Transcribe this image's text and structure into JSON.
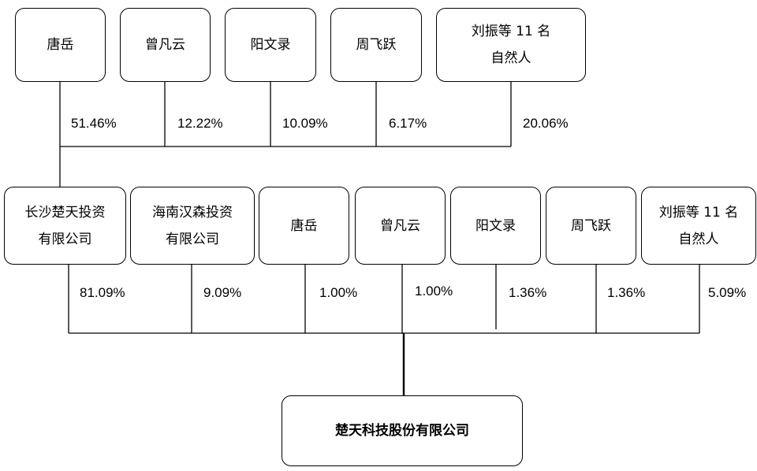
{
  "top_shareholders": [
    {
      "name": "唐岳",
      "pct": "51.46%"
    },
    {
      "name": "曾凡云",
      "pct": "12.22%"
    },
    {
      "name": "阳文录",
      "pct": "10.09%"
    },
    {
      "name": "周飞跃",
      "pct": "6.17%"
    },
    {
      "name": "刘振等 11 名\n自然人",
      "pct": "20.06%"
    }
  ],
  "mid_shareholders": [
    {
      "name": "长沙楚天投资\n有限公司",
      "pct": "81.09%"
    },
    {
      "name": "海南汉森投资\n有限公司",
      "pct": "9.09%"
    },
    {
      "name": "唐岳",
      "pct": "1.00%"
    },
    {
      "name": "曾凡云",
      "pct": "1.00%"
    },
    {
      "name": "阳文录",
      "pct": "1.36%"
    },
    {
      "name": "周飞跃",
      "pct": "1.36%"
    },
    {
      "name": "刘振等 11 名\n自然人",
      "pct": "5.09%"
    }
  ],
  "company": {
    "name": "楚天科技股份有限公司"
  }
}
